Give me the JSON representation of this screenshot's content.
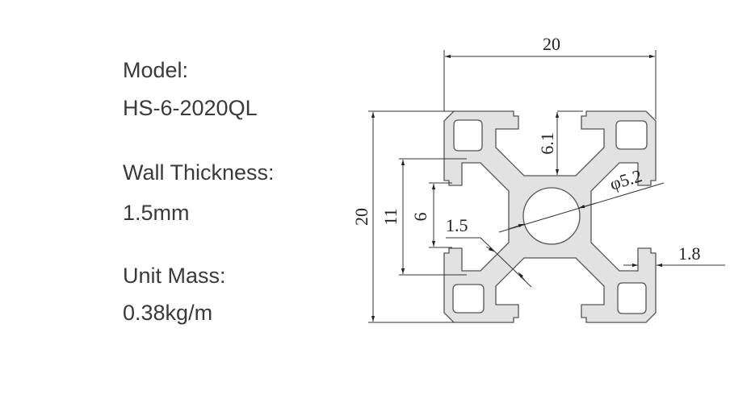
{
  "specs": {
    "model_label": "Model:",
    "model_value": "HS-6-2020QL",
    "wall_label": "Wall Thickness:",
    "wall_value": "1.5mm",
    "mass_label": "Unit Mass:",
    "mass_value": "0.38kg/m"
  },
  "dimensions": {
    "width": "20",
    "height": "20",
    "slot_outer": "11",
    "slot_inner": "6",
    "slot_depth": "6.1",
    "bore": "φ5.2",
    "wall": "1.5",
    "lip": "1.8"
  },
  "colors": {
    "profile_fill": "#e2e2e2",
    "profile_stroke": "#555555"
  }
}
